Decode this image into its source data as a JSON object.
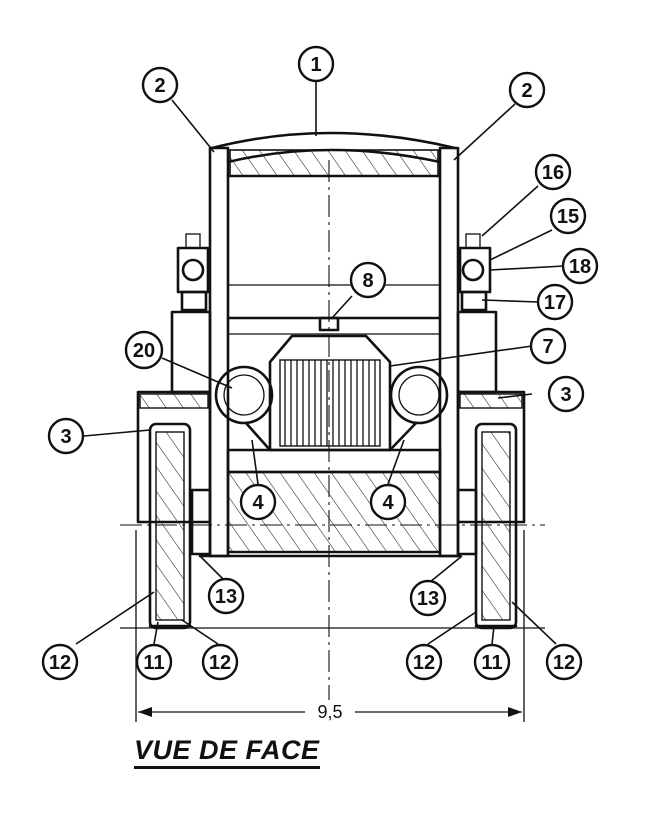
{
  "title": "VUE DE FACE",
  "dimension": "9,5",
  "parts": [
    "1",
    "2",
    "2",
    "16",
    "15",
    "18",
    "17",
    "8",
    "7",
    "20",
    "3",
    "3",
    "4",
    "4",
    "13",
    "13",
    "12",
    "11",
    "12",
    "12",
    "11",
    "12"
  ]
}
